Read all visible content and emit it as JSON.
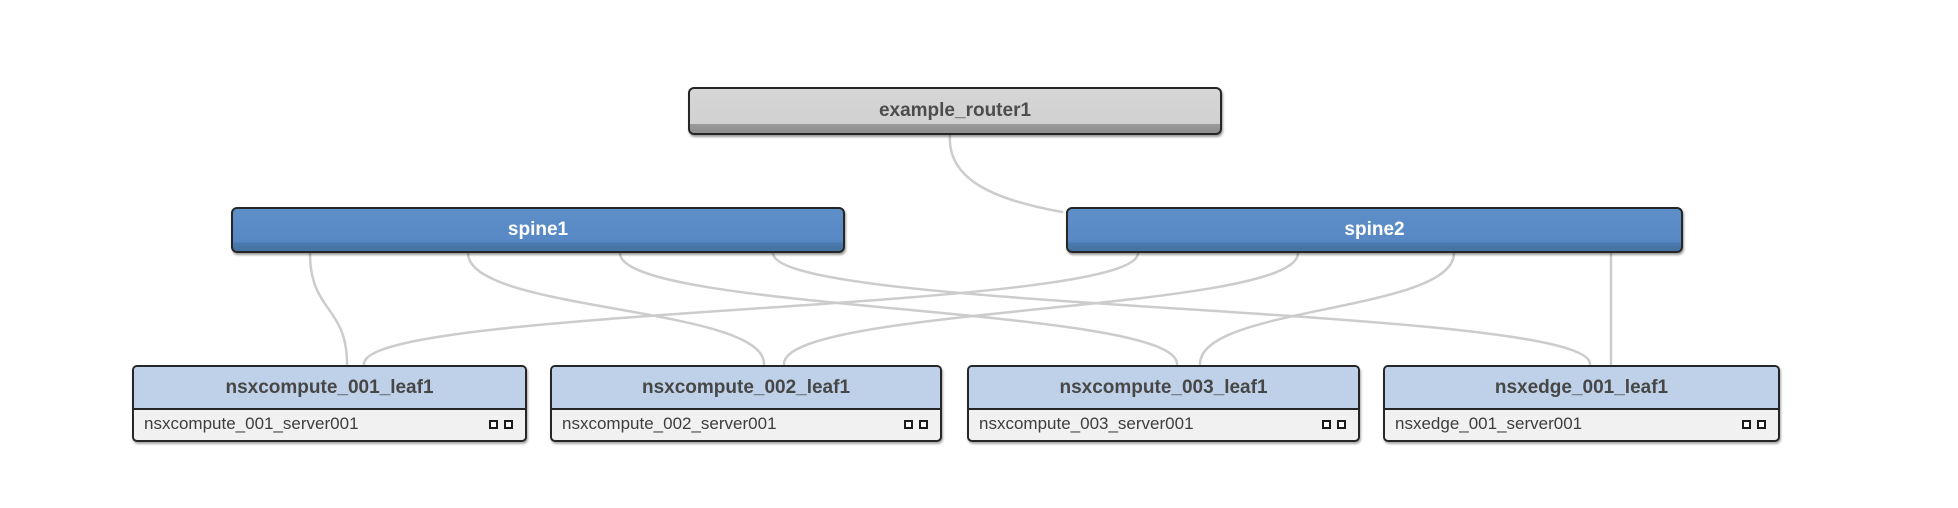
{
  "topology": {
    "router": {
      "label": "example_router1"
    },
    "spines": [
      {
        "label": "spine1"
      },
      {
        "label": "spine2"
      }
    ],
    "leaves": [
      {
        "label": "nsxcompute_001_leaf1",
        "server": "nsxcompute_001_server001",
        "ports": 2
      },
      {
        "label": "nsxcompute_002_leaf1",
        "server": "nsxcompute_002_server001",
        "ports": 2
      },
      {
        "label": "nsxcompute_003_leaf1",
        "server": "nsxcompute_003_server001",
        "ports": 2
      },
      {
        "label": "nsxedge_001_leaf1",
        "server": "nsxedge_001_server001",
        "ports": 2
      }
    ],
    "edges": [
      {
        "from": "example_router1",
        "to": "spine2"
      },
      {
        "from": "spine1",
        "to": "nsxcompute_001_leaf1"
      },
      {
        "from": "spine1",
        "to": "nsxcompute_002_leaf1"
      },
      {
        "from": "spine1",
        "to": "nsxcompute_003_leaf1"
      },
      {
        "from": "spine1",
        "to": "nsxedge_001_leaf1"
      },
      {
        "from": "spine2",
        "to": "nsxcompute_001_leaf1"
      },
      {
        "from": "spine2",
        "to": "nsxcompute_002_leaf1"
      },
      {
        "from": "spine2",
        "to": "nsxcompute_003_leaf1"
      },
      {
        "from": "spine2",
        "to": "nsxedge_001_leaf1"
      }
    ],
    "colors": {
      "spine_fill": "#5b8cc6",
      "spine_fill_bottom": "#4a7ab0",
      "spine_text": "#ffffff",
      "leaf_header_fill": "#bed1e8",
      "router_fill": "#d3d3d3",
      "router_fill_bottom": "#979797",
      "server_row_fill": "#f1f1f1",
      "edge_stroke": "#cccccc",
      "node_border": "#262626",
      "dark_text": "#4a4a4a"
    }
  }
}
